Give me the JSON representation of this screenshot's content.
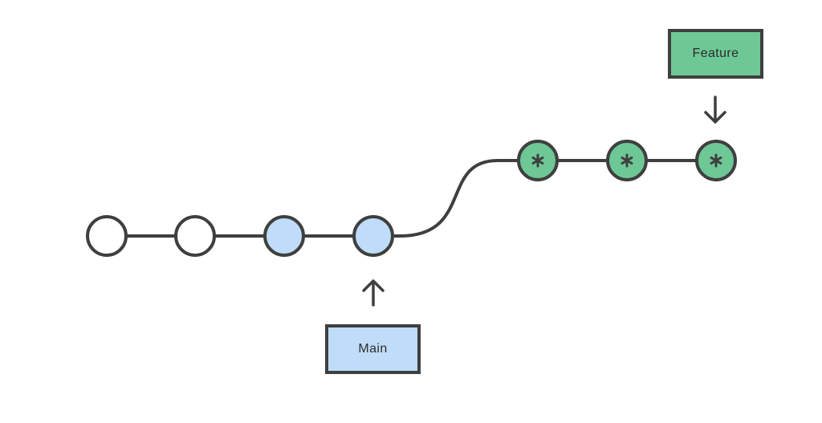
{
  "labels": {
    "main": "Main",
    "feature": "Feature"
  },
  "colors": {
    "line": "#3f3f3f",
    "empty_commit": "#ffffff",
    "main_commit": "#bfdcf8",
    "feature_commit": "#6dc895"
  },
  "commits": {
    "base": [
      "empty",
      "empty",
      "main",
      "main"
    ],
    "feature": [
      "feature",
      "feature",
      "feature"
    ]
  }
}
